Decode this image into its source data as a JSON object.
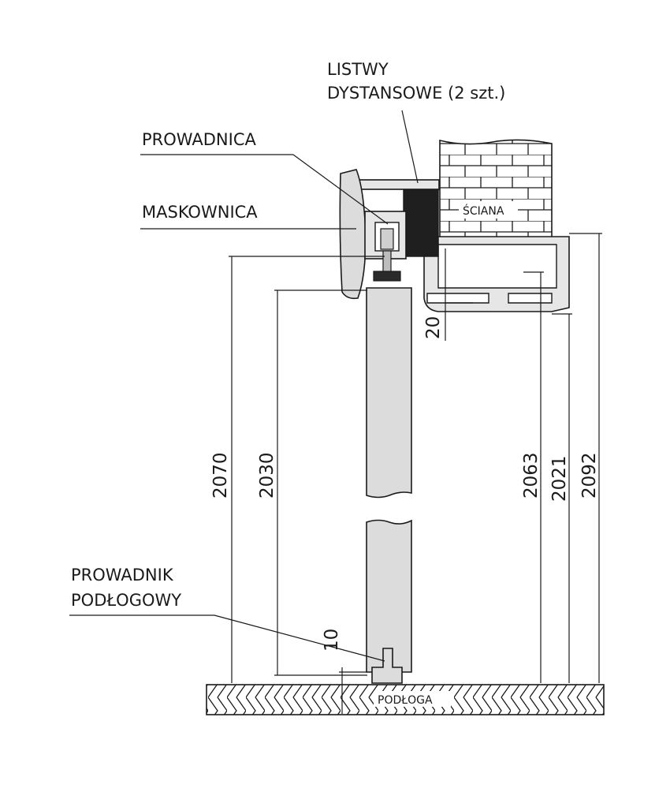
{
  "labels": {
    "listwy_line1": "LISTWY",
    "listwy_line2": "DYSTANSOWE (2 szt.)",
    "prowadnica": "PROWADNICA",
    "maskownica": "MASKOWNICA",
    "sciana": "ŚCIANA",
    "prowadnik_line1": "PROWADNIK",
    "prowadnik_line2": "PODŁOGOWY",
    "podloga": "PODŁOGA"
  },
  "dimensions": {
    "d2070": "2070",
    "d2030": "2030",
    "d20": "20",
    "d10": "10",
    "d2063": "2063",
    "d2021": "2021",
    "d2092": "2092"
  }
}
